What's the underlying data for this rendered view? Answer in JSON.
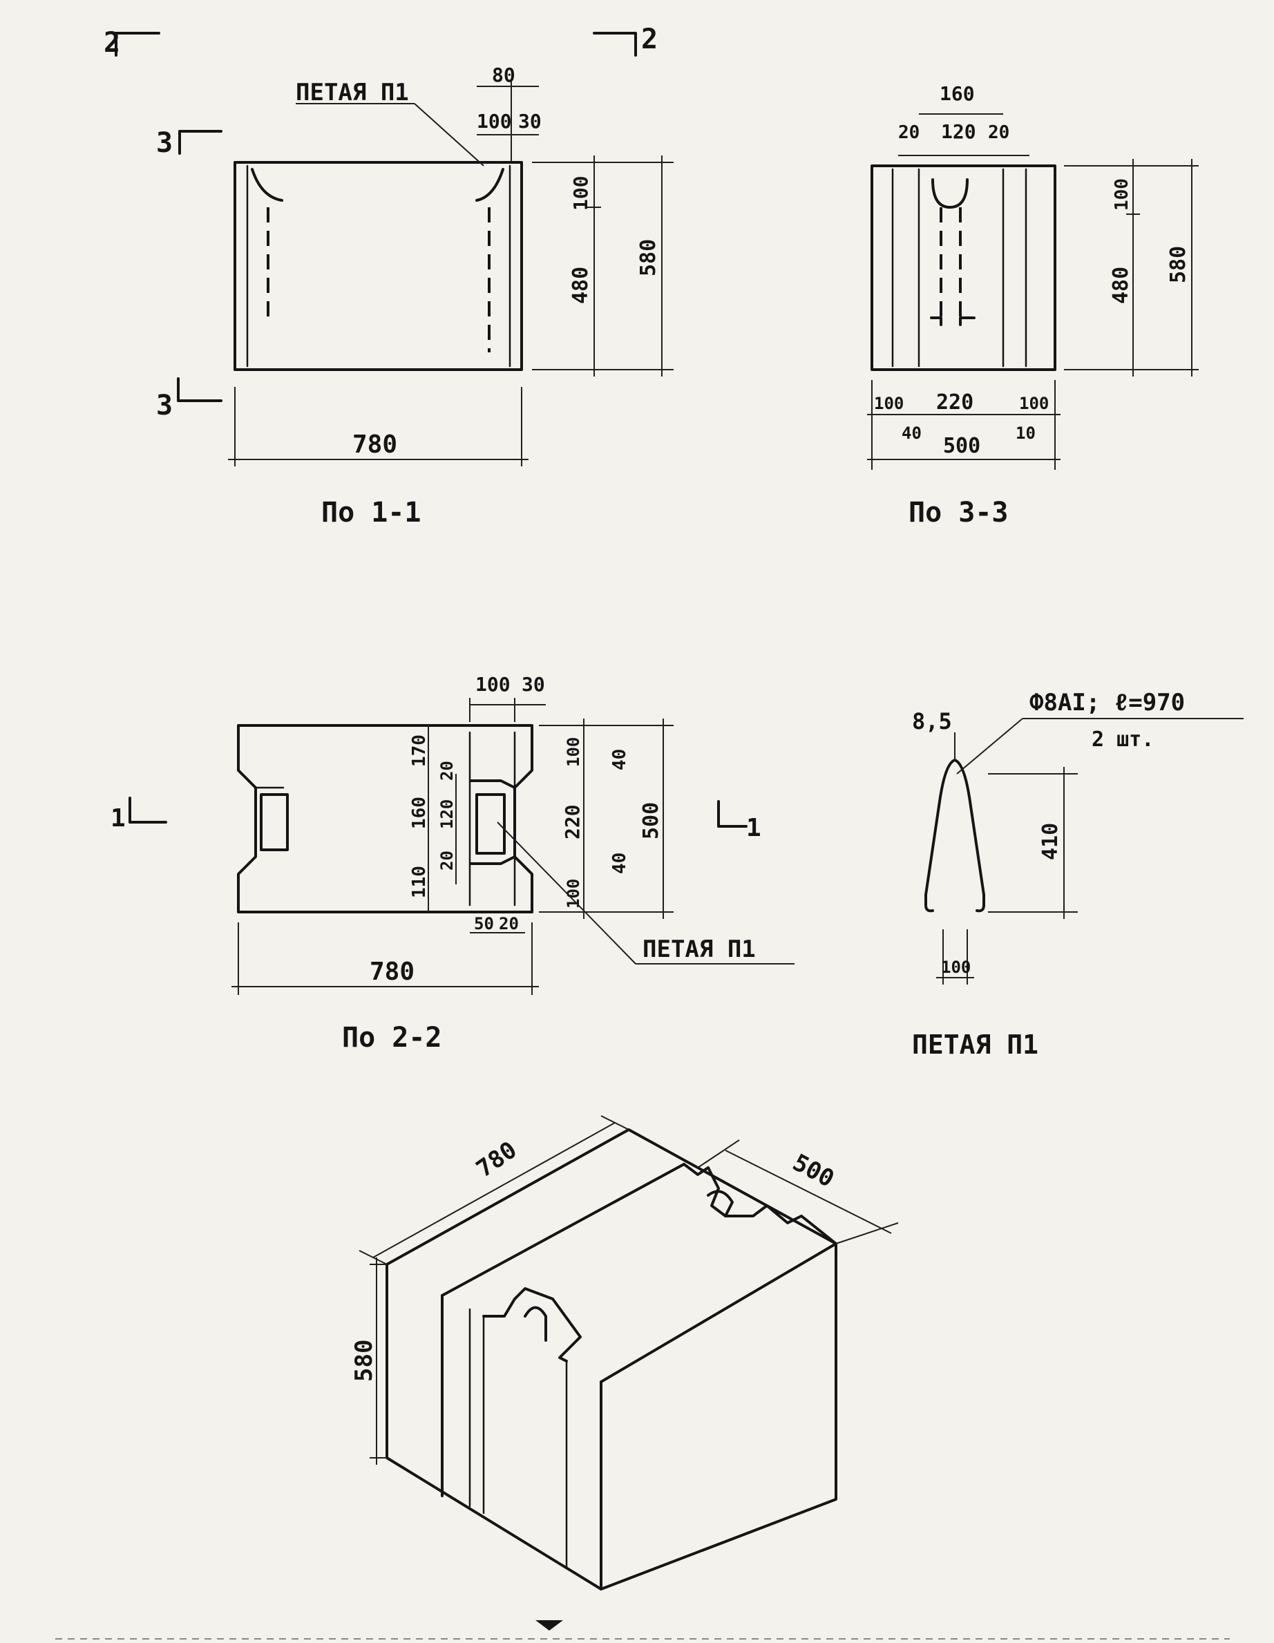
{
  "view_1_1": {
    "title": "По 1-1",
    "loop_label": "ПЕТАЯ П1",
    "dims": {
      "width": "780",
      "height": "580",
      "lower": "480",
      "upper": "100",
      "top_a": "80",
      "top_b": "100",
      "top_c": "30"
    },
    "cut_2_left": "2",
    "cut_2_right": "2",
    "cut_3_top": "3",
    "cut_3_bottom": "3"
  },
  "view_3_3": {
    "title": "По 3-3",
    "dims": {
      "top_total": "160",
      "top_left": "20",
      "top_mid": "120",
      "top_right": "20",
      "right_top": "100",
      "right_mid": "480",
      "right_total": "580",
      "bot_left": "100",
      "bot_mid": "220",
      "bot_right": "100",
      "bot_left2": "40",
      "bot_total": "500",
      "bot_right2": "10"
    }
  },
  "view_2_2": {
    "title": "По 2-2",
    "loop_label": "ПЕТАЯ П1",
    "dims": {
      "width": "780",
      "top_a": "100",
      "top_b": "30",
      "v1": "170",
      "v2": "160",
      "v3": "110",
      "v4": "20",
      "v5": "120",
      "v6": "20",
      "r1": "100",
      "r2": "40",
      "r3": "220",
      "r4": "40",
      "r5": "100",
      "r_total": "500",
      "bottom": "50",
      "bottom2": "20"
    },
    "cut_1_left": "1",
    "cut_1_right": "1"
  },
  "loop_detail": {
    "title": "ПЕТАЯ П1",
    "rebar_spec": "Ф8АI; ℓ=970",
    "qty": "2 шт.",
    "diameter": "8,5",
    "height": "410",
    "width": "100"
  },
  "isometric": {
    "dims": {
      "length": "780",
      "depth": "500",
      "height": "580"
    }
  }
}
